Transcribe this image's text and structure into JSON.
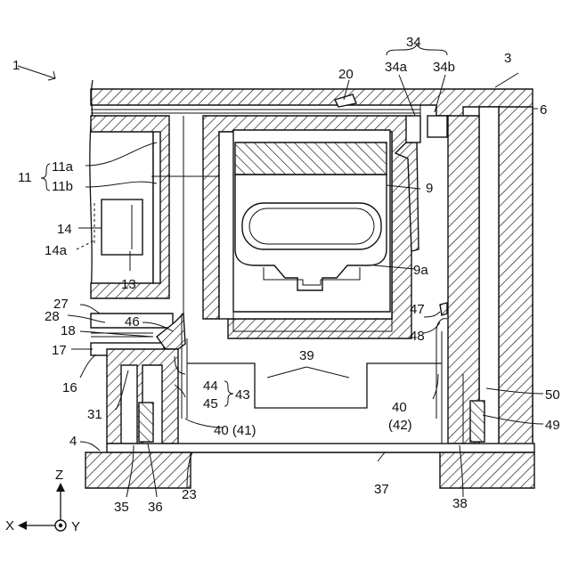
{
  "labels": {
    "n1": "1",
    "n3": "3",
    "n4": "4",
    "n6": "6",
    "n9": "9",
    "n9a": "9a",
    "n11": "11",
    "n11a": "11a",
    "n11b": "11b",
    "n13": "13",
    "n14": "14",
    "n14a": "14a",
    "n16": "16",
    "n17": "17",
    "n18": "18",
    "n20": "20",
    "n23": "23",
    "n27": "27",
    "n28": "28",
    "n31": "31",
    "n34": "34",
    "n34a": "34a",
    "n34b": "34b",
    "n35": "35",
    "n36": "36",
    "n37": "37",
    "n38": "38",
    "n39": "39",
    "n40_41": "40 (41)",
    "n40": "40",
    "n42": "(42)",
    "n43": "43",
    "n44": "44",
    "n45": "45",
    "n46": "46",
    "n47": "47",
    "n48": "48",
    "n49": "49",
    "n50": "50"
  },
  "axes": {
    "z": "Z",
    "x": "X",
    "y": "Y"
  }
}
